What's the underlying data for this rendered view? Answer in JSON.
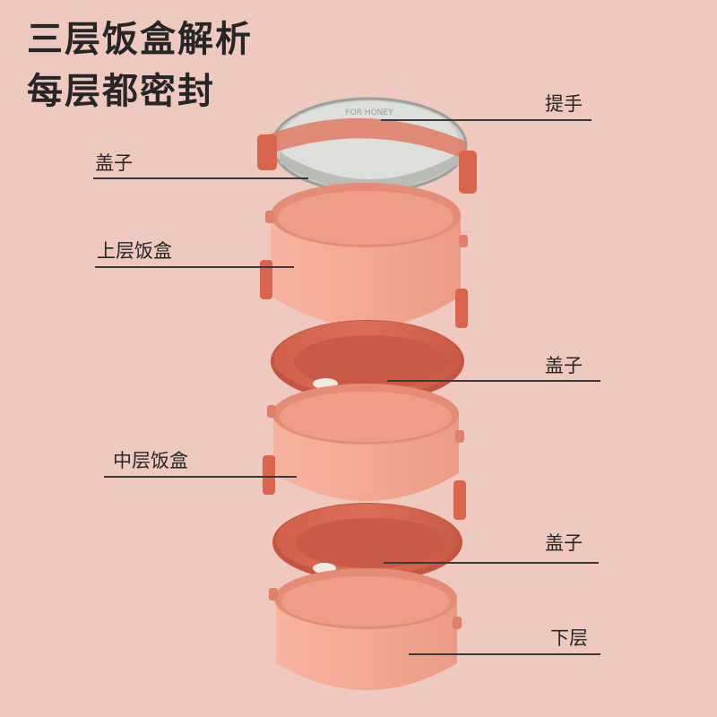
{
  "heading": {
    "line1": "三层饭盒解析",
    "line2": "每层都密封"
  },
  "lid_embossed_text": "FOR HONEY",
  "labels": {
    "handle": "提手",
    "top_lid": "盖子",
    "upper_box": "上层饭盒",
    "middle_lid": "盖子",
    "middle_box": "中层饭盒",
    "lower_lid": "盖子",
    "lower_box": "下层"
  },
  "colors": {
    "background": "#efc9c0",
    "box": "#f4a893",
    "box_shadow": "#e08f7a",
    "lid": "#d96a55",
    "clip": "#d9654f",
    "glass": "#d6d8d2",
    "text": "#262626"
  }
}
